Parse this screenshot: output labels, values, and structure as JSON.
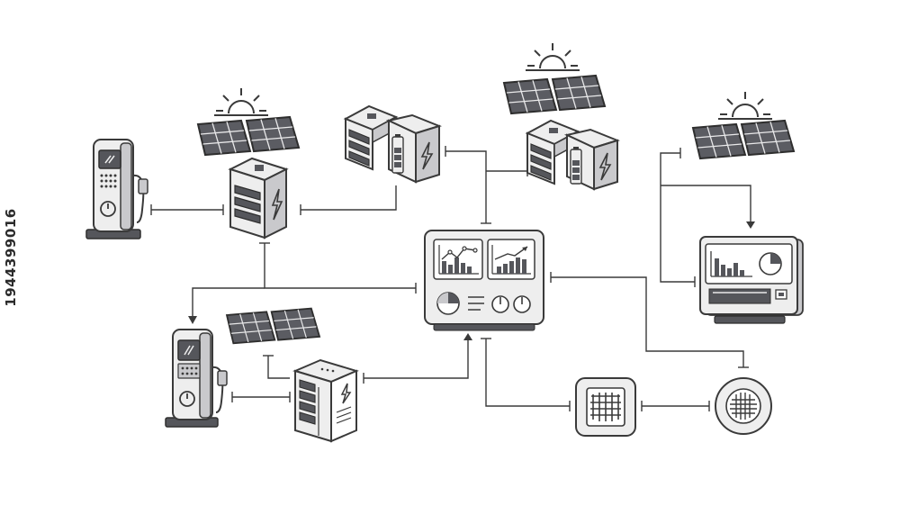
{
  "image_id_text": "1944399016",
  "colors": {
    "outline": "#3a3a3a",
    "fill_light": "#eeeeee",
    "fill_mid": "#c9c9cc",
    "fill_dark": "#55565b",
    "panel_cell": "#5b5c62",
    "white": "#ffffff"
  },
  "nodes": [
    {
      "id": "ev-charger-top",
      "type": "ev-charger"
    },
    {
      "id": "ev-charger-bottom",
      "type": "ev-charger"
    },
    {
      "id": "solar-panel-left",
      "type": "solar-panel",
      "with_sun": true
    },
    {
      "id": "solar-panel-top-center",
      "type": "solar-panel",
      "with_sun": true
    },
    {
      "id": "solar-panel-right",
      "type": "solar-panel",
      "with_sun": true
    },
    {
      "id": "solar-panel-bottom",
      "type": "solar-panel",
      "with_sun": false
    },
    {
      "id": "battery-cabinet-left",
      "type": "battery-cabinet"
    },
    {
      "id": "battery-pack-top",
      "type": "battery-pack"
    },
    {
      "id": "battery-pack-top-right",
      "type": "battery-pack"
    },
    {
      "id": "battery-cabinet-bottom",
      "type": "battery-cabinet"
    },
    {
      "id": "monitoring-dashboard",
      "type": "dashboard"
    },
    {
      "id": "monitor-station-right",
      "type": "monitor"
    },
    {
      "id": "grid-module-square",
      "type": "grid-square"
    },
    {
      "id": "grid-module-round",
      "type": "grid-round"
    }
  ]
}
